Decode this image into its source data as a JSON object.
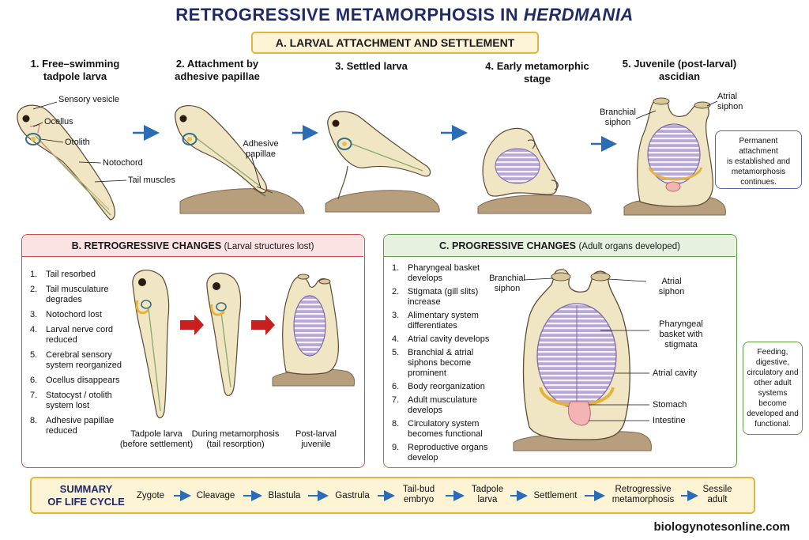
{
  "title": {
    "main": "RETROGRESSIVE METAMORPHOSIS IN ",
    "italic": "HERDMANIA"
  },
  "section_a": {
    "title": "A.  LARVAL ATTACHMENT AND SETTLEMENT",
    "stages": [
      {
        "line1": "1. Free–swimming",
        "line2": "tadpole larva"
      },
      {
        "line1": "2. Attachment by",
        "line2": "adhesive papillae"
      },
      {
        "line1": "3. Settled larva",
        "line2": ""
      },
      {
        "line1": "4. Early metamorphic",
        "line2": "stage"
      },
      {
        "line1": "5. Juvenile (post-larval)",
        "line2": "ascidian"
      }
    ],
    "labels": {
      "sensory_vesicle": "Sensory vesicle",
      "ocellus": "Ocellus",
      "otolith": "Otolith",
      "notochord": "Notochord",
      "tail_muscles": "Tail muscles",
      "adhesive_1": "Adhesive",
      "adhesive_2": "papillae",
      "branchial_1": "Branchial",
      "branchial_2": "siphon",
      "atrial_1": "Atrial",
      "atrial_2": "siphon"
    },
    "note": {
      "l1": "Permanent attachment",
      "l2": "is established and",
      "l3": "metamorphosis",
      "l4": "continues."
    }
  },
  "section_b": {
    "title": "B.  RETROGRESSIVE CHANGES",
    "subtitle": "(Larval structures lost)",
    "items": [
      {
        "n": "1.",
        "l1": "Tail resorbed",
        "l2": ""
      },
      {
        "n": "2.",
        "l1": "Tail musculature",
        "l2": "degrades"
      },
      {
        "n": "3.",
        "l1": "Notochord lost",
        "l2": ""
      },
      {
        "n": "4.",
        "l1": "Larval nerve cord",
        "l2": "reduced"
      },
      {
        "n": "5.",
        "l1": "Cerebral sensory",
        "l2": "system reorganized"
      },
      {
        "n": "6.",
        "l1": "Ocellus disappears",
        "l2": ""
      },
      {
        "n": "7.",
        "l1": "Statocyst / otolith",
        "l2": "system lost"
      },
      {
        "n": "8.",
        "l1": "Adhesive papillae",
        "l2": "reduced"
      }
    ],
    "captions": [
      {
        "l1": "Tadpole larva",
        "l2": "(before settlement)"
      },
      {
        "l1": "During metamorphosis",
        "l2": "(tail resorption)"
      },
      {
        "l1": "Post-larval",
        "l2": "juvenile"
      }
    ]
  },
  "section_c": {
    "title": "C.  PROGRESSIVE CHANGES",
    "subtitle": "(Adult organs developed)",
    "items": [
      {
        "n": "1.",
        "l1": "Pharyngeal basket",
        "l2": "develops"
      },
      {
        "n": "2.",
        "l1": "Stigmata (gill slits)",
        "l2": "increase"
      },
      {
        "n": "3.",
        "l1": "Alimentary system",
        "l2": "differentiates"
      },
      {
        "n": "4.",
        "l1": "Atrial cavity develops",
        "l2": ""
      },
      {
        "n": "5.",
        "l1": "Branchial & atrial",
        "l2": "siphons become",
        "l3": "prominent"
      },
      {
        "n": "6.",
        "l1": "Body reorganization",
        "l2": ""
      },
      {
        "n": "7.",
        "l1": "Adult musculature",
        "l2": "develops"
      },
      {
        "n": "8.",
        "l1": "Circulatory system",
        "l2": "becomes functional"
      },
      {
        "n": "9.",
        "l1": "Reproductive organs",
        "l2": "develop"
      }
    ],
    "labels": {
      "branchial_1": "Branchial",
      "branchial_2": "siphon",
      "atrial_1": "Atrial",
      "atrial_2": "siphon",
      "pharyngeal_1": "Pharyngeal",
      "pharyngeal_2": "basket with",
      "pharyngeal_3": "stigmata",
      "atrial_cavity": "Atrial cavity",
      "stomach": "Stomach",
      "intestine": "Intestine"
    },
    "note": {
      "l1": "Feeding,",
      "l2": "digestive,",
      "l3": "circulatory and",
      "l4": "other adult",
      "l5": "systems become",
      "l6": "developed and",
      "l7": "functional."
    }
  },
  "summary": {
    "title_l1": "SUMMARY",
    "title_l2": "OF LIFE CYCLE",
    "steps": [
      {
        "l1": "Zygote",
        "l2": ""
      },
      {
        "l1": "Cleavage",
        "l2": ""
      },
      {
        "l1": "Blastula",
        "l2": ""
      },
      {
        "l1": "Gastrula",
        "l2": ""
      },
      {
        "l1": "Tail-bud",
        "l2": "embryo"
      },
      {
        "l1": "Tadpole",
        "l2": "larva"
      },
      {
        "l1": "Settlement",
        "l2": ""
      },
      {
        "l1": "Retrogressive",
        "l2": "metamorphosis"
      },
      {
        "l1": "Sessile",
        "l2": "adult"
      }
    ]
  },
  "footer": "biologynotesonline.com",
  "colors": {
    "title": "#1f2a6b",
    "arrow_blue": "#2a6db5",
    "arrow_red": "#c8201e",
    "banner_border": "#e3b43f",
    "banner_fill": "#fdf4d6",
    "panel_b": "#d14a4a",
    "panel_c": "#5f9a45",
    "tunic": "#f1e6c4",
    "basket": "#b9a7d8",
    "rock": "#b79f7e"
  }
}
